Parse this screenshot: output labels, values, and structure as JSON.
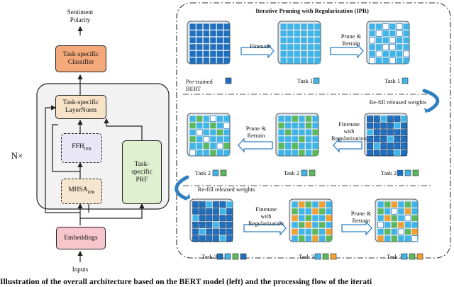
{
  "left": {
    "sentiment_line1": "Sentiment",
    "sentiment_line2": "Polarity",
    "classifier_line1": "Task-specific",
    "classifier_line2": "Classifier",
    "layernorm_line1": "Task-specific",
    "layernorm_line2": "LayerNorm",
    "ffh_base": "FFH",
    "ffh_sub": "IPR",
    "mhsa_base": "MHSA",
    "mhsa_sub": "IPR",
    "prf_line1": "Task-",
    "prf_line2": "specific",
    "prf_line3": "PRF",
    "nx": "N×",
    "embeddings": "Embeddings",
    "inputs": "Inputs"
  },
  "right": {
    "title": "Iterative Pruning with Regularization (IPR)",
    "finetune": "Finetune",
    "prune_retrain_1": "Prune &",
    "prune_retrain_2": "Retrain",
    "finetune_reg_1": "Finetune",
    "finetune_reg_2": "with",
    "finetune_reg_3": "Regularization",
    "refill": "Re-fill released weights",
    "pretrained_1": "Pre-trained",
    "pretrained_2": "BERT",
    "task1": "Task 1",
    "task2": "Task 2",
    "task3": "Task 3"
  },
  "colors": {
    "dark_blue": "#1f6fbf",
    "light_blue": "#3fb4e6",
    "green": "#5cb85c",
    "orange": "#f0a030",
    "classifier": "#f4a97a",
    "layernorm": "#f6e3c8",
    "embeddings": "#f7c6cc",
    "prf": "#dff0d0",
    "matrix_bg": "#dfe6ee"
  },
  "caption": "Illustration of the overall architecture based on the BERT model (left) and the processing flow of the iterati"
}
